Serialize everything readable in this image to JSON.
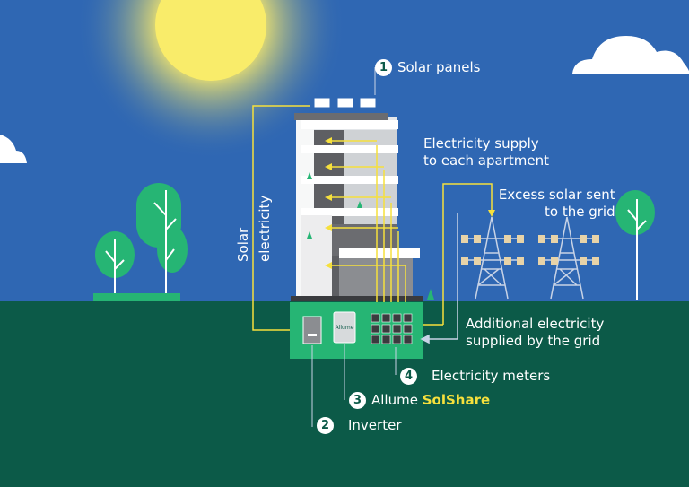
{
  "labels": {
    "solar_panels": "Solar panels",
    "supply_line1": "Electricity supply",
    "supply_line2": "to each apartment",
    "excess_line1": "Excess solar sent",
    "excess_line2": "to the grid",
    "solar_elec_1": "Solar",
    "solar_elec_2": "electricity",
    "additional_line1": "Additional electricity",
    "additional_line2": "supplied by the grid",
    "meters": "Electricity meters",
    "allume": "Allume",
    "solshare": "SolShare",
    "inverter": "Inverter",
    "box_label": "Allume"
  },
  "numbers": {
    "n1": "1",
    "n2": "2",
    "n3": "3",
    "n4": "4"
  },
  "colors": {
    "sky": "#2f67b3",
    "ground": "#0c5a48",
    "line": "#f6e03c",
    "tree": "#26b574",
    "accent": "#f6e03c"
  }
}
